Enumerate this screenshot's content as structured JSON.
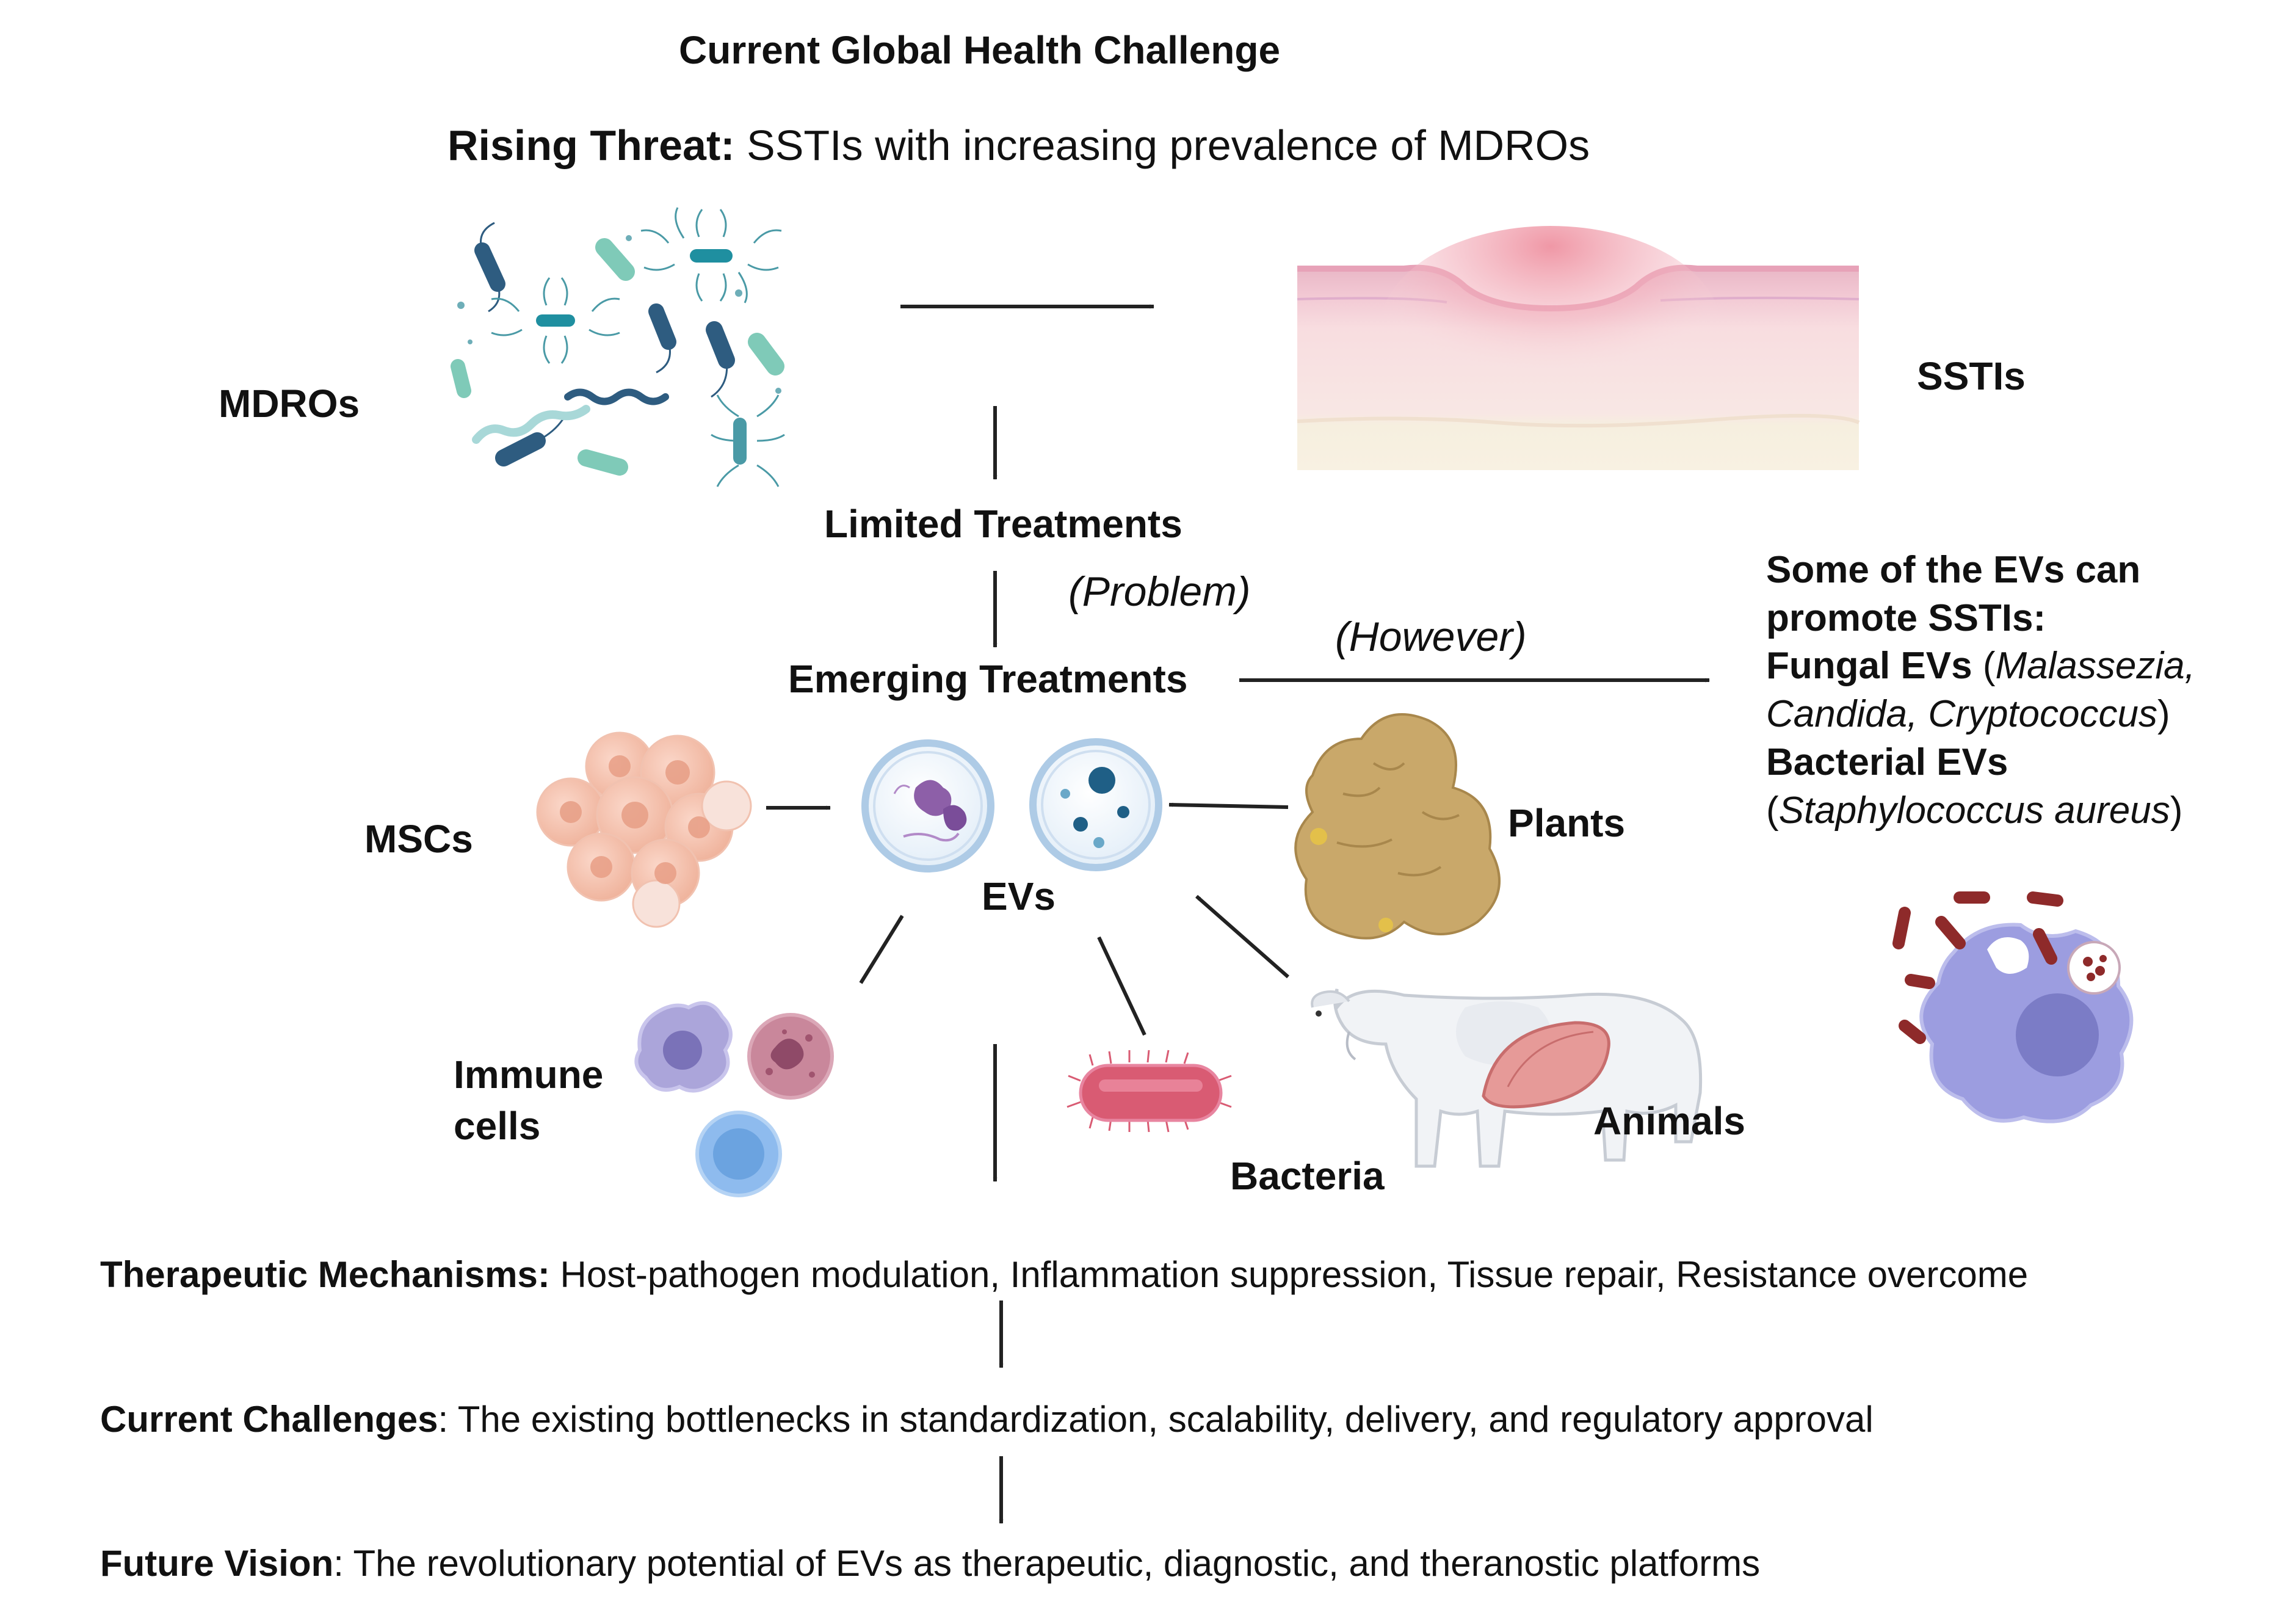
{
  "header": {
    "title": "Current Global Health Challenge",
    "rising_label": "Rising Threat:",
    "rising_text": "SSTIs with increasing prevalence of MDROs"
  },
  "labels": {
    "mdros": "MDROs",
    "sstis": "SSTIs",
    "limited": "Limited Treatments",
    "problem": "(Problem)",
    "emerging": "Emerging Treatments",
    "however": "(However)",
    "mscs": "MSCs",
    "evs": "EVs",
    "plants": "Plants",
    "immune_line1": "Immune",
    "immune_line2": "cells",
    "bacteria": "Bacteria",
    "animals": "Animals"
  },
  "side_note": {
    "line1": "Some of the EVs can",
    "line2": "promote SSTIs:",
    "fungal_label": "Fungal EVs",
    "fungal_open": " (",
    "fungal_species": "Malassezia,",
    "fungal_species2": "Candida, Cryptococcus",
    "fungal_close": ")",
    "bacterial_label": "Bacterial EVs",
    "bacterial_open": "(",
    "bacterial_species": "Staphylococcus aureus",
    "bacterial_close": ")"
  },
  "bottom": {
    "mechanisms_label": "Therapeutic Mechanisms:",
    "mechanisms_text": " Host-pathogen modulation, Inflammation suppression, Tissue repair, Resistance overcome",
    "challenges_label": "Current Challenges",
    "challenges_text": ": The existing bottlenecks in standardization, scalability, delivery, and regulatory approval",
    "vision_label": "Future Vision",
    "vision_text": ": The revolutionary potential of EVs as therapeutic, diagnostic, and theranostic platforms"
  },
  "colors": {
    "arrow": "#222222",
    "skin_top": "#e8a0b4",
    "skin_mid": "#f6d6dc",
    "skin_base": "#f7eedf",
    "msc": "#f3b8a3",
    "ev_ring": "#aecbe6",
    "ev_purple": "#8d5fa8",
    "ev_blue": "#1f5f86",
    "ginger": "#c9a86a",
    "bacteria_red": "#d95b73",
    "immune_lav": "#aba5da",
    "immune_pink": "#c9879b",
    "immune_blue": "#8ebbee",
    "macrophage": "#9c9de0",
    "macrophage_nucleus": "#7b7cc6",
    "rod_dark": "#8e2a2a",
    "microbe_teal": "#4a9aa6",
    "microbe_navy": "#2e5c80",
    "microbe_mint": "#8ccfc0"
  }
}
